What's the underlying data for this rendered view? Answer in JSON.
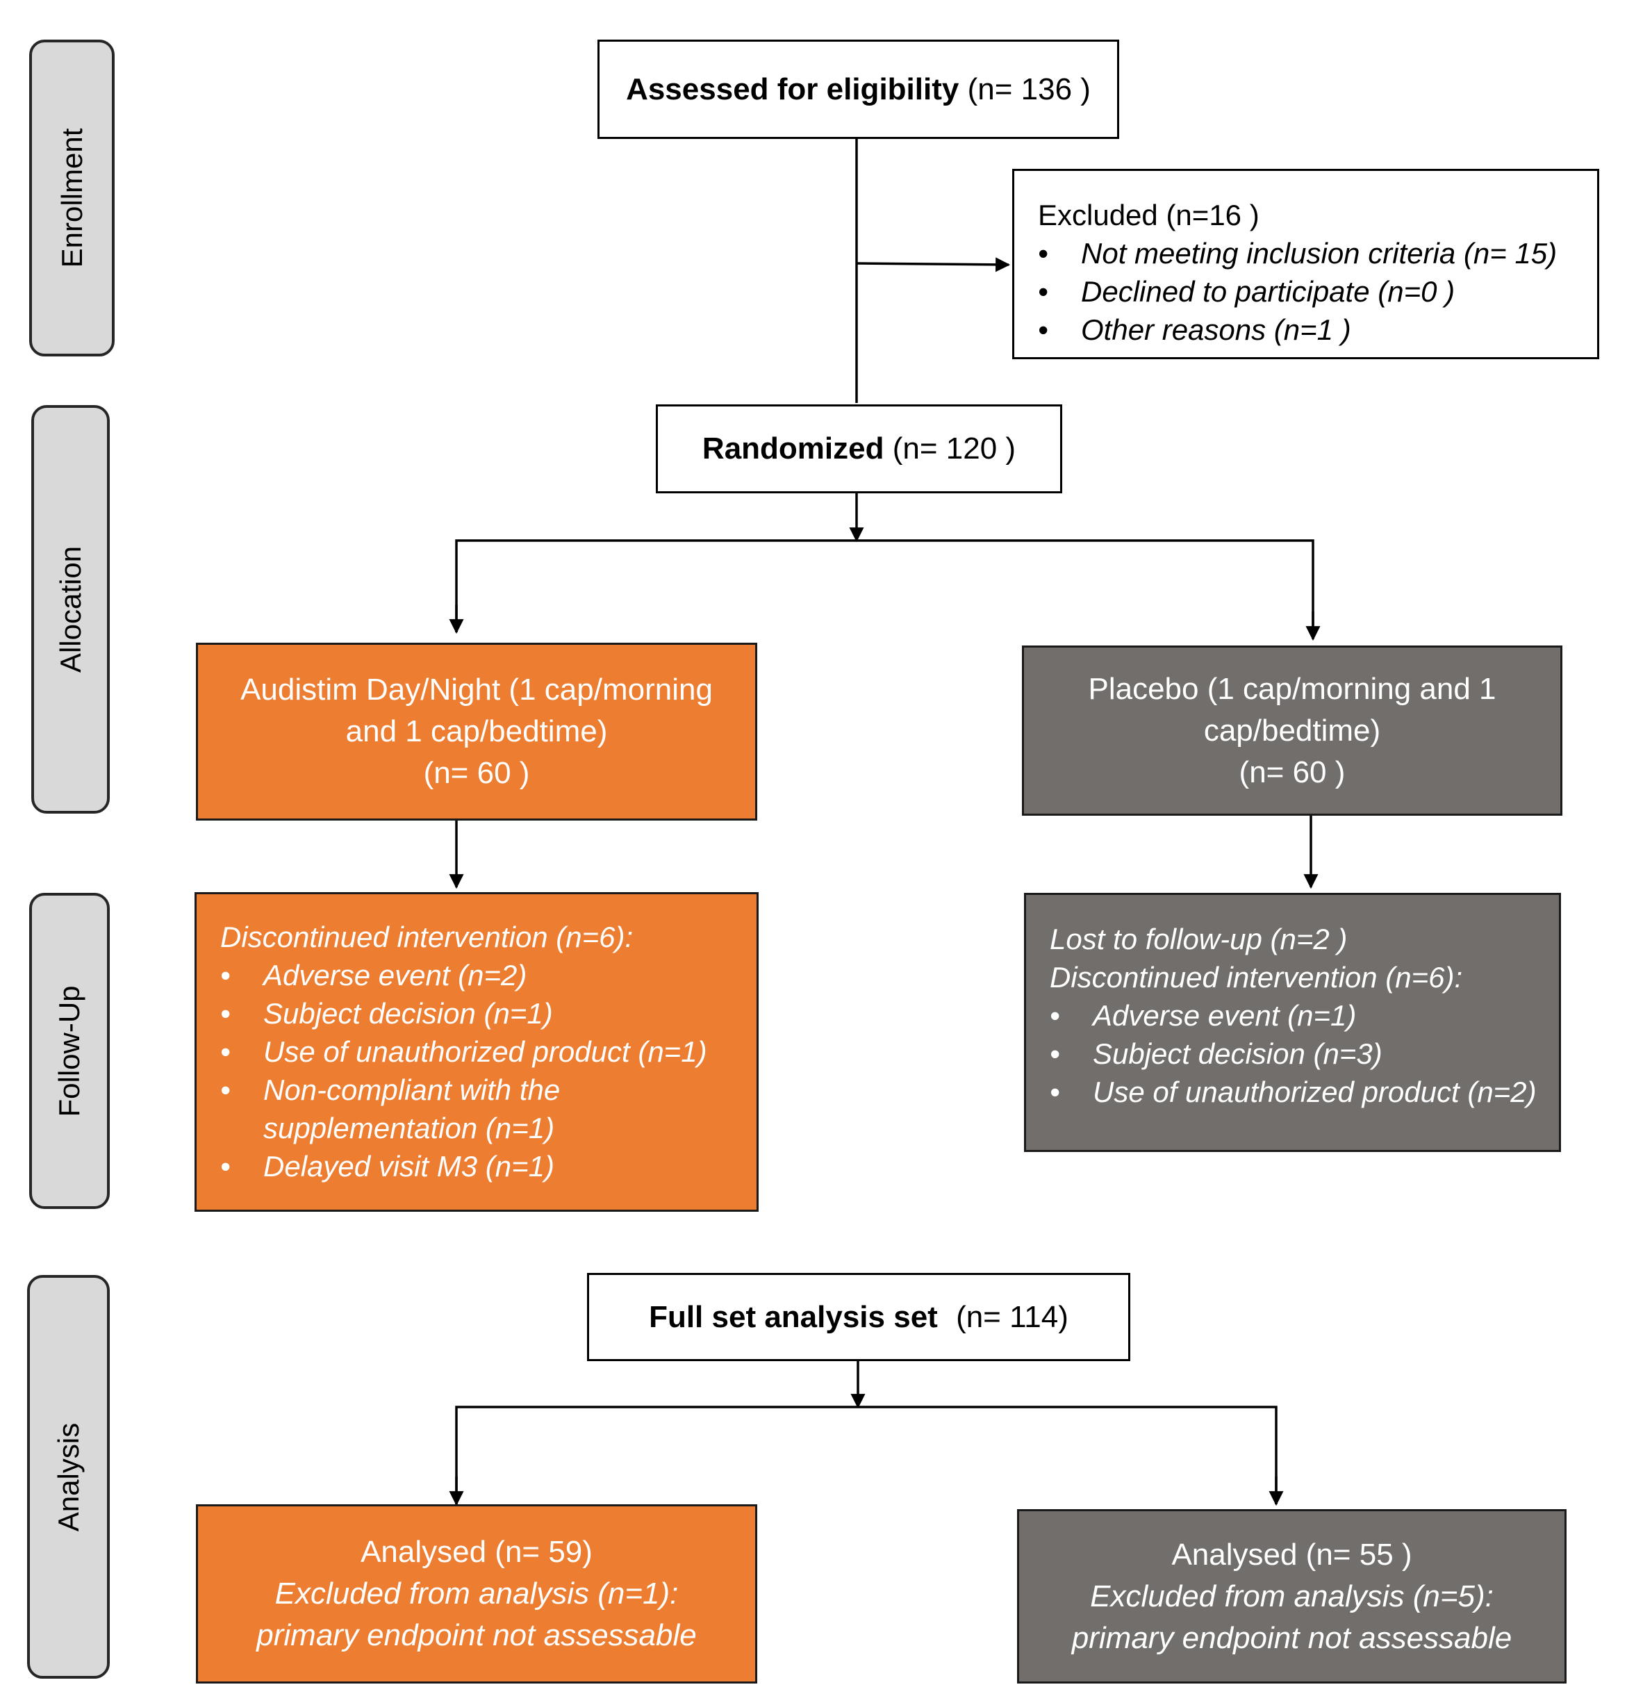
{
  "stages": {
    "enrollment": "Enrollment",
    "allocation": "Allocation",
    "follow_up": "Follow-Up",
    "analysis": "Analysis"
  },
  "assessed": {
    "label": "Assessed for eligibility",
    "count": "(n= 136 )"
  },
  "excluded": {
    "title": "Excluded  (n=16 )",
    "items": [
      "Not meeting inclusion criteria (n= 15)",
      "Declined to participate (n=0 )",
      "Other reasons (n=1 )"
    ]
  },
  "randomized": {
    "label": "Randomized",
    "count": "(n= 120 )"
  },
  "arms": {
    "active": {
      "line1": "Audistim Day/Night (1 cap/morning",
      "line2": "and 1 cap/bedtime)",
      "count": "(n= 60 )"
    },
    "placebo": {
      "line1": "Placebo (1 cap/morning and 1",
      "line2": "cap/bedtime)",
      "count": "(n= 60 )"
    }
  },
  "followup": {
    "active": {
      "heading": "Discontinued intervention (n=6):",
      "items": [
        "Adverse event (n=2)",
        "Subject decision (n=1)",
        "Use of unauthorized product (n=1)",
        "Non-compliant with the supplementation (n=1)",
        "Delayed visit M3 (n=1)"
      ]
    },
    "placebo": {
      "lost": "Lost to follow-up (n=2 )",
      "heading": "Discontinued intervention (n=6):",
      "items": [
        "Adverse event (n=1)",
        "Subject decision (n=3)",
        "Use of unauthorized product (n=2)"
      ]
    }
  },
  "full_set": {
    "label": "Full set analysis set",
    "count": "(n= 114)"
  },
  "analysed": {
    "active": {
      "title": "Analysed  (n=  59)",
      "excluded": "Excluded from analysis (n=1):",
      "reason": "primary endpoint not assessable"
    },
    "placebo": {
      "title": "Analysed  (n= 55 )",
      "excluded": "Excluded from analysis (n=5):",
      "reason": "primary endpoint not assessable"
    }
  },
  "colors": {
    "active": "#ed7d31",
    "placebo": "#716e6c",
    "stage_fill": "#d9d9d9"
  }
}
